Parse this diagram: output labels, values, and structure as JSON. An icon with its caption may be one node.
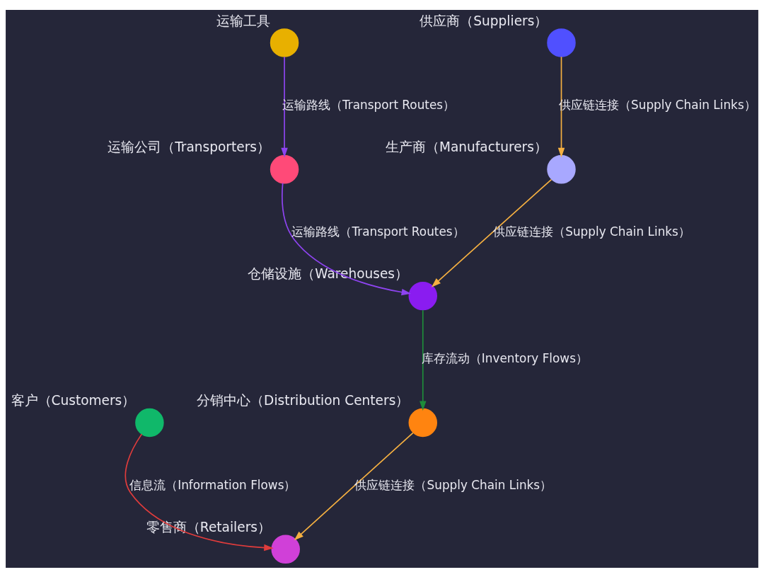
{
  "diagram": {
    "nodes": [
      {
        "text": [
          "生产商（Manufacturers）"
        ]
      },
      {
        "text": [
          "供应商（Suppliers）"
        ]
      },
      {
        "text": [
          "运输公司（Transporters）"
        ]
      },
      {
        "text": [
          "客户（Customers）"
        ]
      },
      {
        "text": [
          "仓储设施（Warehouses）"
        ]
      },
      {
        "text": [
          "运输工具"
        ]
      },
      {
        "text": [
          "零售商（Retailers）"
        ]
      },
      {
        "text": [
          "分销中心（Distribution Centers）"
        ]
      }
    ],
    "edges": [
      {
        "from": 1,
        "to": 0,
        "arrow": "to",
        "label": "供应链连接（Supply Chain Links）"
      },
      {
        "from": 0,
        "to": 4,
        "arrow": "to",
        "label": "供应链连接（Supply Chain Links）"
      },
      {
        "from": 2,
        "to": 4,
        "arrow": "to",
        "label": "运输路线（Transport Routes）",
        "color": "#8e44f0"
      },
      {
        "from": 5,
        "to": 2,
        "arrow": "to",
        "label": "运输路线（Transport Routes）",
        "color": "#8e44f0"
      },
      {
        "from": 3,
        "to": 6,
        "arrow": "to",
        "label": "信息流（Information Flows）",
        "color": "#e03c3c"
      },
      {
        "from": 4,
        "to": 7,
        "arrow": "to",
        "label": "库存流动（Inventory Flows）",
        "color": "#1e8c3a"
      },
      {
        "from": 7,
        "to": 6,
        "arrow": "to",
        "label": "供应链连接（Supply Chain Links）"
      }
    ]
  }
}
